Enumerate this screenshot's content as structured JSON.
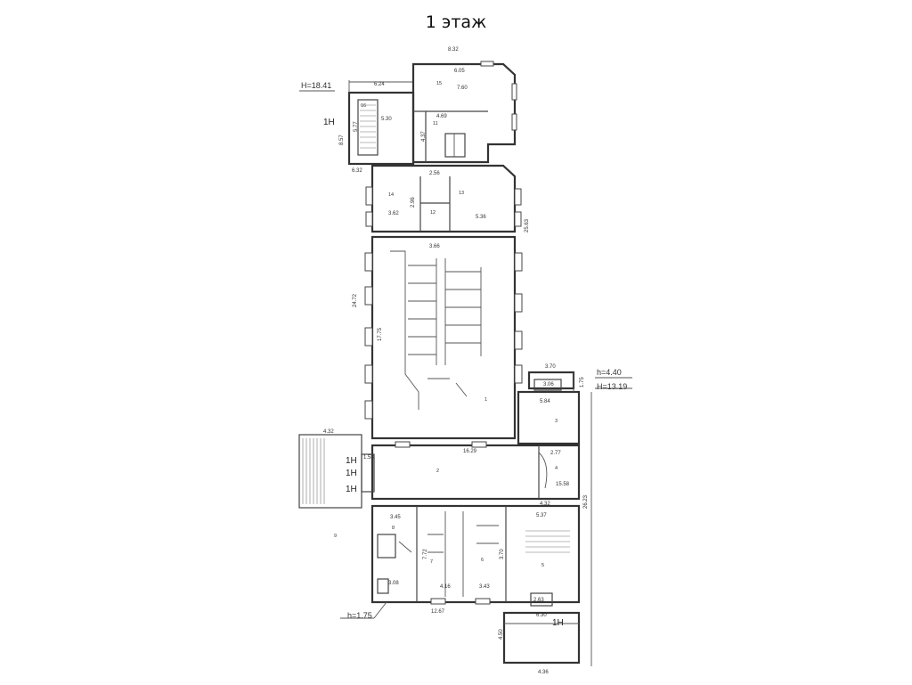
{
  "title": "1 этаж",
  "levels": {
    "top_left": "H=18.41",
    "right_h": "h=4.40",
    "right_H": "H=13.19",
    "bottom_h": "h=1.75"
  },
  "entrance_label": "1Н",
  "dimensions": {
    "d_832": "8.32",
    "d_624": "6.24",
    "d_605": "6.05",
    "d_760": "7.60",
    "d_530": "5.30",
    "d_577": "5.77",
    "d_469": "4.69",
    "d_437": "4.37",
    "d_857": "8.57",
    "d_632": "6.32",
    "d_296": "2.96",
    "d_256": "2.56",
    "d_362": "3.62",
    "d_536": "5.36",
    "d_2563": "25.63",
    "d_366": "3.66",
    "d_2472": "24.72",
    "d_1775": "17.75",
    "d_370": "3.70",
    "d_306": "3.06",
    "d_584": "5.84",
    "d_175": "1.75",
    "d_432": "4.32",
    "d_1629": "16.29",
    "d_277": "2.77",
    "d_158": "1.58",
    "d_1558": "15.58",
    "d_2623": "26.23",
    "d_345": "3.45",
    "d_432b": "4.32",
    "d_537": "5.37",
    "d_772": "7.72",
    "d_370b": "3.70",
    "d_416": "4.16",
    "d_343": "3.43",
    "d_308": "3.08",
    "d_1267": "12.67",
    "d_263": "2.63",
    "d_450": "4.50",
    "d_630": "6.30",
    "d_436": "4.36"
  },
  "rooms": {
    "r16": "16",
    "r15": "15",
    "r14": "14",
    "r13": "13",
    "r12": "12",
    "r11": "11",
    "r1": "1",
    "r2": "2",
    "r3": "3",
    "r4": "4",
    "r5": "5",
    "r6": "6",
    "r7": "7",
    "r8": "8",
    "r9": "9"
  }
}
